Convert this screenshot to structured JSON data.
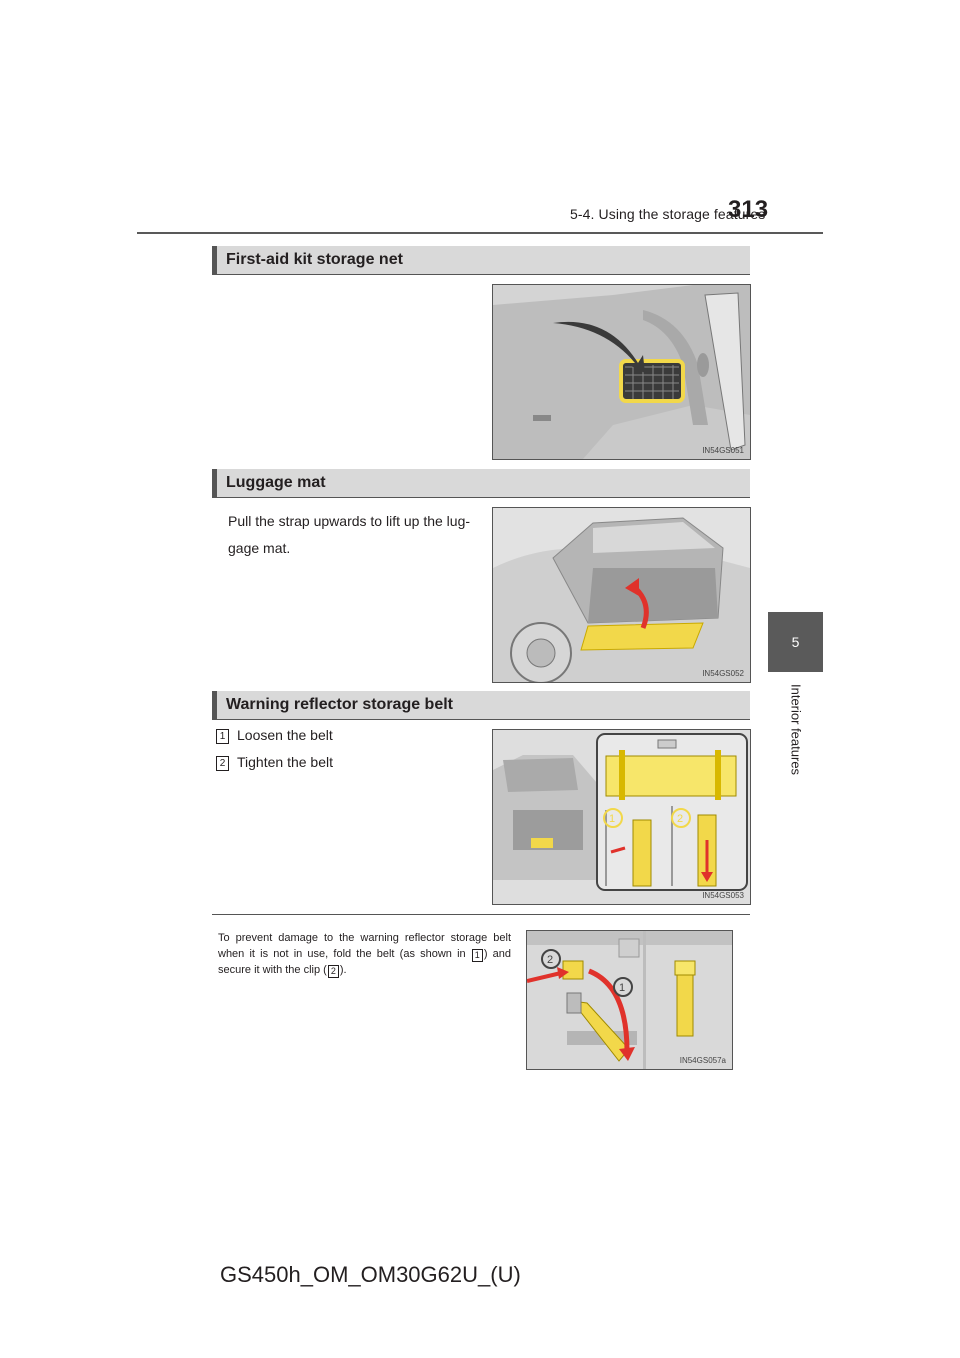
{
  "header": {
    "section": "5-4. Using the storage features",
    "page_number": "313"
  },
  "side_tab": {
    "chapter_number": "5",
    "chapter_title": "Interior features"
  },
  "sections": [
    {
      "title": "First-aid kit storage net",
      "figure_code": "IN54GS051"
    },
    {
      "title": "Luggage mat",
      "text": "Pull the strap upwards to lift up the lug-gage mat.",
      "text_line1": "Pull the strap upwards to lift up the lug-",
      "text_line2": "gage mat.",
      "figure_code": "IN54GS052"
    },
    {
      "title": "Warning reflector storage belt",
      "steps": [
        {
          "num": "1",
          "label": "Loosen the belt"
        },
        {
          "num": "2",
          "label": "Tighten the belt"
        }
      ],
      "figure_code": "IN54GS053",
      "callouts": [
        "1",
        "2"
      ]
    }
  ],
  "note": {
    "text_before": "To prevent damage to the warning reflector storage belt when it is not in use, fold the belt (as shown in ",
    "ref1": "1",
    "text_middle": ") and secure it with the clip (",
    "ref2": "2",
    "text_after": ").",
    "figure_code": "IN54GS057a",
    "callouts": [
      "2",
      "1"
    ]
  },
  "footer": {
    "doc_id": "GS450h_OM_OM30G62U_(U)"
  },
  "colors": {
    "section_bg": "#d9d9d9",
    "accent_yellow": "#f2d84a",
    "arrow_red": "#e0322b",
    "tab_gray": "#5a5a5a"
  }
}
